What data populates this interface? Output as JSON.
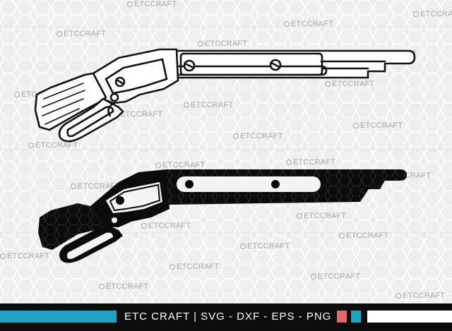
{
  "watermark": {
    "text": "ETCCRAFT"
  },
  "footer": {
    "brand": "ETC CRAFT",
    "separator": "|",
    "formats": "SVG - DXF - EPS - PNG",
    "colors": {
      "accent_blue": "#1fa3c3",
      "accent_red": "#e0676c",
      "background": "#0c0c0c"
    }
  },
  "illustrations": [
    {
      "name": "shotgun-outline",
      "style": "outline"
    },
    {
      "name": "shotgun-silhouette",
      "style": "silhouette"
    }
  ]
}
